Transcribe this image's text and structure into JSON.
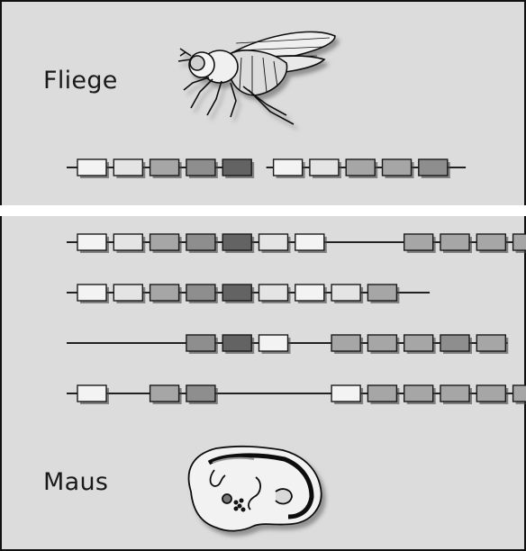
{
  "labels": {
    "fly": "Fliege",
    "mouse": "Maus"
  },
  "colors": {
    "panel_bg": "#dcdcdc",
    "line": "#222222",
    "shades": [
      "#f3f3f3",
      "#e4e4e4",
      "#a6a6a6",
      "#8e8e8e",
      "#636363"
    ]
  },
  "icons": {
    "fly": "fly-illustration",
    "mouse": "mouse-embryo-illustration"
  },
  "gene_clusters": [
    {
      "organism": "fly",
      "segments": [
        {
          "line_from": 1,
          "boxes": [
            0,
            1,
            2,
            3,
            4
          ]
        },
        {
          "line_from": 5.4,
          "boxes": [
            0,
            1,
            2,
            2,
            3
          ],
          "line_to": 10.4
        }
      ]
    },
    {
      "organism": "mouse",
      "row": 1,
      "boxes": [
        0,
        1,
        2,
        3,
        4,
        1,
        0,
        null,
        null,
        2,
        2,
        2,
        2
      ],
      "line_from": 1
    },
    {
      "organism": "mouse",
      "row": 2,
      "boxes": [
        0,
        1,
        2,
        3,
        4,
        1,
        0,
        1,
        2
      ],
      "line_from": 1,
      "line_to": 10.3
    },
    {
      "organism": "mouse",
      "row": 3,
      "boxes": [
        null,
        null,
        null,
        3,
        4,
        0,
        null,
        2,
        2,
        2,
        3,
        2
      ],
      "line_from": 1
    },
    {
      "organism": "mouse",
      "row": 4,
      "boxes": [
        0,
        null,
        2,
        3,
        null,
        null,
        null,
        0,
        2,
        2,
        2,
        2,
        2
      ],
      "line_from": 1
    }
  ]
}
